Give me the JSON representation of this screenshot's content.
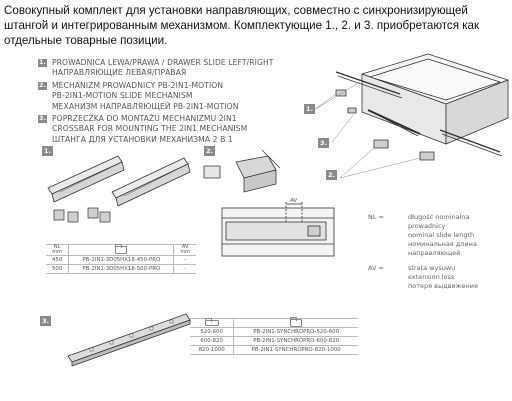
{
  "intro": {
    "text": "Совокупный комплект для установки направляющих, совместно с синхронизирующей штангой и интегрированным механизмом. Комплектующие 1., 2. и 3. приобретаются как отдельные товарные позиции."
  },
  "legend": {
    "items": [
      {
        "num": "1.",
        "lines": [
          "PROWADNICA LEWA/PRAWA / DRAWER SLIDE LEFT/RIGHT",
          "НАПРАВЛЯЮЩИЕ ЛЕВАЯ/ПРАВАЯ"
        ]
      },
      {
        "num": "2.",
        "lines": [
          "MECHANIZM PROWADNICY PB-2IN1-MOTION",
          "PB-2IN1-MOTION SLIDE MECHANISM",
          "МЕХАНИЗМ НАПРАВЛЯЮЩЕЙ PB-2IN1-MOTION"
        ]
      },
      {
        "num": "3.",
        "lines": [
          "POPRZECZKA DO MONTAŻU MECHANIZMU 2IN1",
          "CROSSBAR FOR MOUNTING THE 2IN1 MECHANISM",
          "ШТАНГА ДЛЯ УСТАНОВКИ МЕХАНИЗМА 2 В 1"
        ]
      }
    ]
  },
  "tags": {
    "t1": "1.",
    "t2": "2.",
    "t3": "3.",
    "d1": "1.",
    "d2": "2.",
    "d3": "3."
  },
  "diagram": {
    "av_label": "AV"
  },
  "notes": {
    "nl": {
      "symbol": "NL =",
      "lines": [
        "długość nominalna prowadnicy",
        "nominal slide length",
        "номинальная длина",
        "направляющей"
      ]
    },
    "av": {
      "symbol": "AV =",
      "lines": [
        "strata wysuwu",
        "extension loss",
        "потеря выдвижения"
      ]
    }
  },
  "table1": {
    "headers": {
      "nl": "NL",
      "nl_unit": "mm",
      "av": "AV",
      "av_unit": "mm"
    },
    "rows": [
      {
        "nl": "450",
        "code": "PB-2IN1-3D05HX18-450-PRO",
        "av": "-"
      },
      {
        "nl": "500",
        "code": "PB-2IN1-3D05HX18-500-PRO",
        "av": "-"
      }
    ]
  },
  "table3": {
    "rows": [
      {
        "range": "520-600",
        "code": "PB-2IN1-SYNCHROPRO-520-600"
      },
      {
        "range": "600-820",
        "code": "PB-2IN1-SYNCHROPRO-600-820"
      },
      {
        "range": "820-1000",
        "code": "PB-2IN1-SYNCHROPRO-820-1000"
      }
    ]
  },
  "colors": {
    "ink": "#222222",
    "tag_grey": "#8a8a8a",
    "line_grey": "#bbbbbb"
  }
}
